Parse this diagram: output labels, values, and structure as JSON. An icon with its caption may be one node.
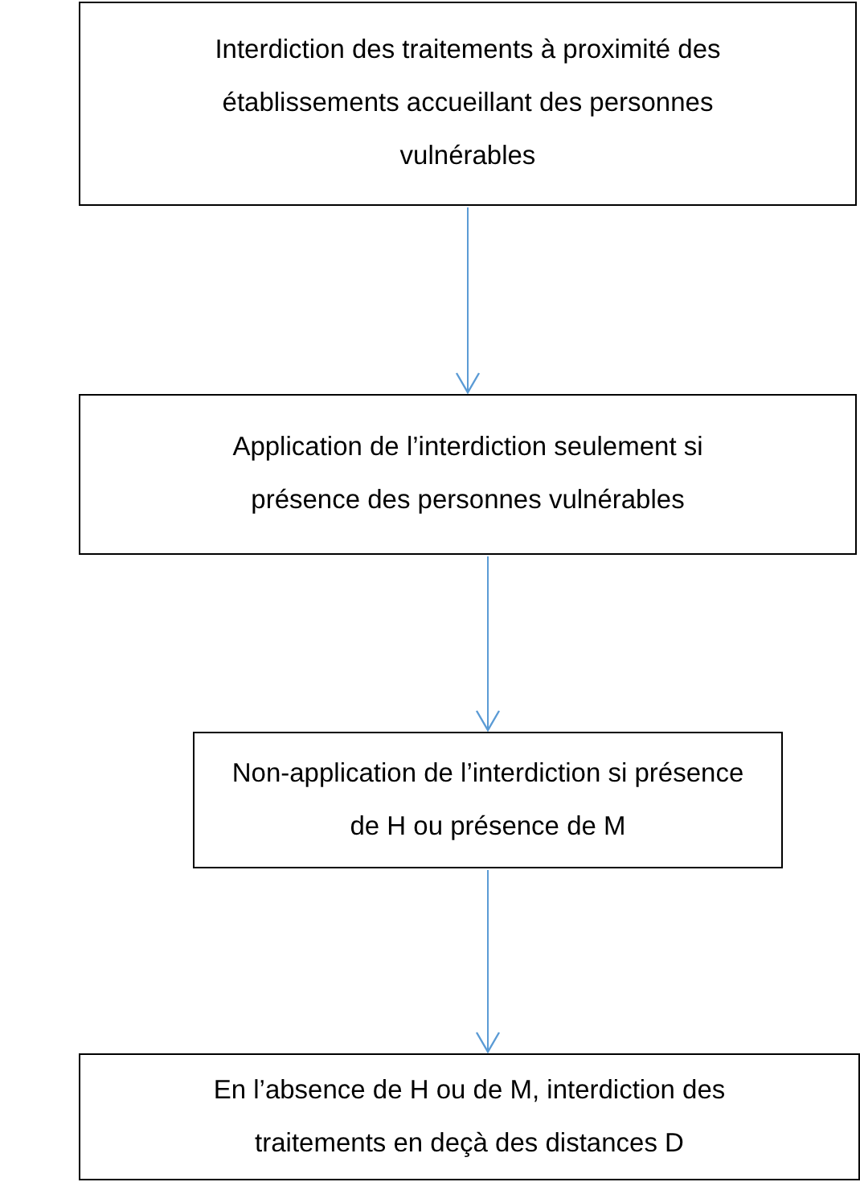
{
  "diagram": {
    "nodes": [
      {
        "text": [
          "Interdiction des traitements à proximité des établissements accueillant des personnes vulnérables"
        ]
      },
      {
        "text": [
          "Application de l’interdiction seulement si présence des personnes vulnérables"
        ]
      },
      {
        "text": [
          "Non-application de l’interdiction si présence de H ou présence de M"
        ]
      },
      {
        "text": [
          "En l’absence de H ou de M, interdiction des traitements en deçà des distances D"
        ]
      }
    ],
    "edges": [
      {
        "from": 0,
        "to": 1,
        "arrow": "to"
      },
      {
        "from": 1,
        "to": 2,
        "arrow": "to"
      },
      {
        "from": 2,
        "to": 3,
        "arrow": "to"
      }
    ]
  }
}
